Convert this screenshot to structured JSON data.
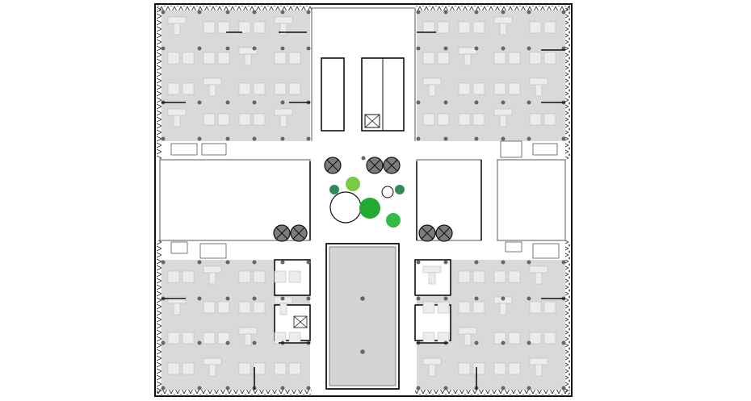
{
  "diagram": {
    "type": "office floor plan",
    "caption": ""
  },
  "colors": {
    "background": "#ffffff",
    "office_zone": "#d9d9d9",
    "wall": "#111111",
    "thin_line": "#555555",
    "desk": "#ececec",
    "desk_edge": "#bdbdbd",
    "column_dot": "#666666",
    "stair_zone": "#e3e3e3",
    "hatch": "#333333",
    "atrium_floor": "#d4d4d4",
    "fan_fill": "#7c7c7c",
    "tree_green": "#22aa33",
    "tree_light": "#77cc44",
    "tree_teal": "#2e8b57"
  },
  "zones": [
    {
      "id": "office-nw",
      "kind": "open office"
    },
    {
      "id": "office-ne",
      "kind": "open office"
    },
    {
      "id": "office-sw",
      "kind": "open office"
    },
    {
      "id": "office-se",
      "kind": "open office"
    },
    {
      "id": "core-north",
      "kind": "stair core"
    },
    {
      "id": "core-sw",
      "kind": "stair core"
    },
    {
      "id": "core-se",
      "kind": "stair core"
    },
    {
      "id": "atrium",
      "kind": "central void"
    },
    {
      "id": "courtyard",
      "kind": "planted courtyard"
    }
  ],
  "legend_items": []
}
